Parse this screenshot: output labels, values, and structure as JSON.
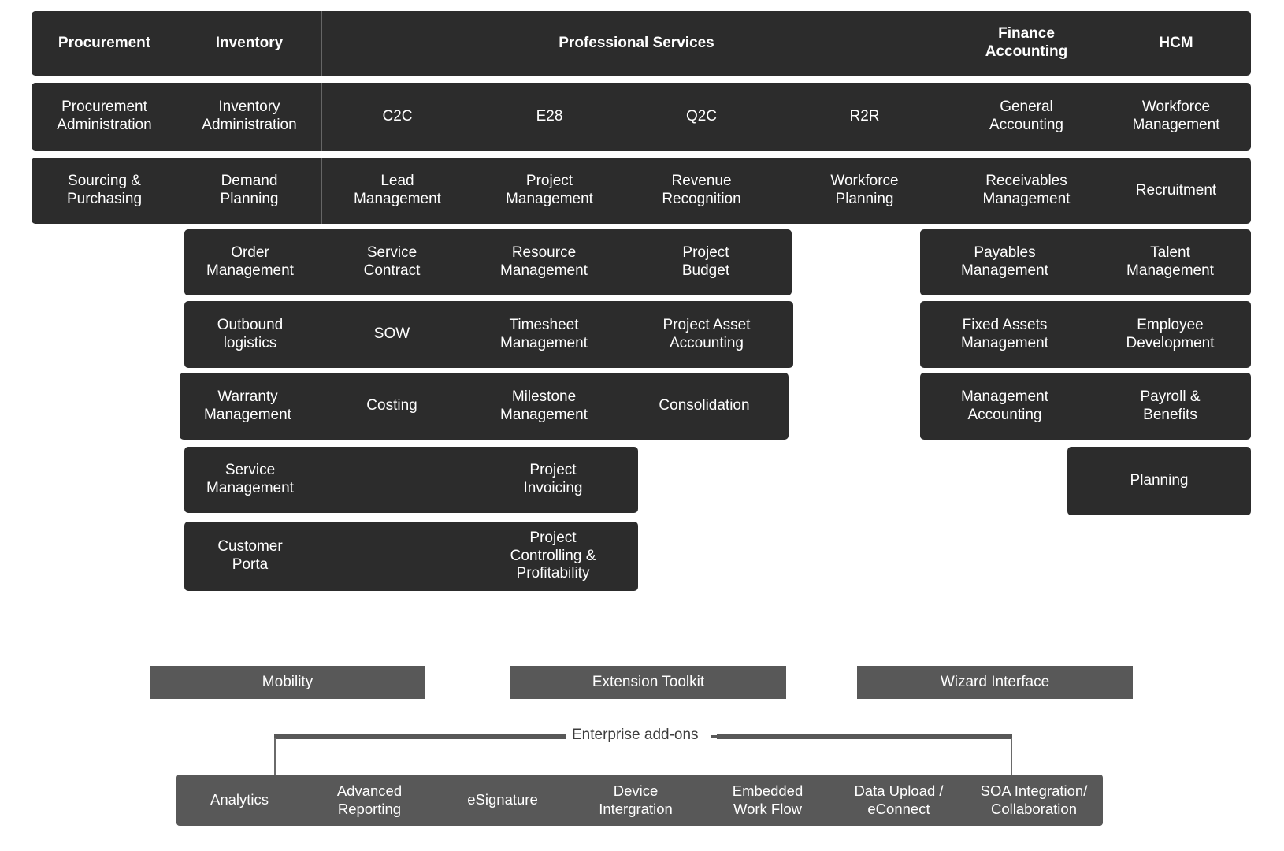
{
  "diagram": {
    "title_row": {
      "cells": [
        "Procurement",
        "Inventory",
        "Professional Services",
        "Finance\nAccounting",
        "HCM"
      ]
    },
    "rows": [
      {
        "id": "row-1",
        "cells": [
          "Procurement\nAdministration",
          "Inventory\nAdministration",
          "C2C",
          "E28",
          "Q2C",
          "R2R",
          "General\nAccounting",
          "Workforce\nManagement"
        ]
      },
      {
        "id": "row-2",
        "cells": [
          "Sourcing &\nPurchasing",
          "Demand\nPlanning",
          "Lead\nManagement",
          "Project\nManagement",
          "Revenue\nRecognition",
          "Workforce\nPlanning",
          "Receivables\nManagement",
          "Recruitment"
        ]
      },
      {
        "id": "row-3-left",
        "cells": [
          "Order\nManagement",
          "Service\nContract",
          "Resource\nManagement",
          "Project\nBudget"
        ]
      },
      {
        "id": "row-3-right",
        "cells": [
          "Payables\nManagement",
          "Talent\nManagement"
        ]
      },
      {
        "id": "row-4-left",
        "cells": [
          "Outbound\nlogistics",
          "SOW",
          "Timesheet\nManagement",
          "Project Asset\nAccounting"
        ]
      },
      {
        "id": "row-4-right",
        "cells": [
          "Fixed Assets\nManagement",
          "Employee\nDevelopment"
        ]
      },
      {
        "id": "row-5-left",
        "cells": [
          "Warranty\nManagement",
          "Costing",
          "Milestone\nManagement",
          "Consolidation"
        ]
      },
      {
        "id": "row-5-right",
        "cells": [
          "Management\nAccounting",
          "Payroll &\nBenefits"
        ]
      },
      {
        "id": "row-6-left",
        "cells": [
          "Service\nManagement",
          "Project\nInvoicing"
        ]
      },
      {
        "id": "row-6-right",
        "cells": [
          "Planning"
        ]
      },
      {
        "id": "row-7-left",
        "cells": [
          "Customer\nPorta",
          "Project\nControlling &\nProfitability"
        ]
      }
    ],
    "platform_bars": [
      "Mobility",
      "Extension Toolkit",
      "Wizard Interface"
    ],
    "bracket_label": "Enterprise add-ons",
    "addons": [
      "Analytics",
      "Advanced\nReporting",
      "eSignature",
      "Device\nIntergration",
      "Embedded\nWork Flow",
      "Data Upload /\neConnect",
      "SOA Integration/\nCollaboration"
    ],
    "colors": {
      "dark": "#2c2c2c",
      "mid": "#585858",
      "text": "#ffffff",
      "label": "#3d3d3d",
      "background": "#ffffff"
    }
  }
}
